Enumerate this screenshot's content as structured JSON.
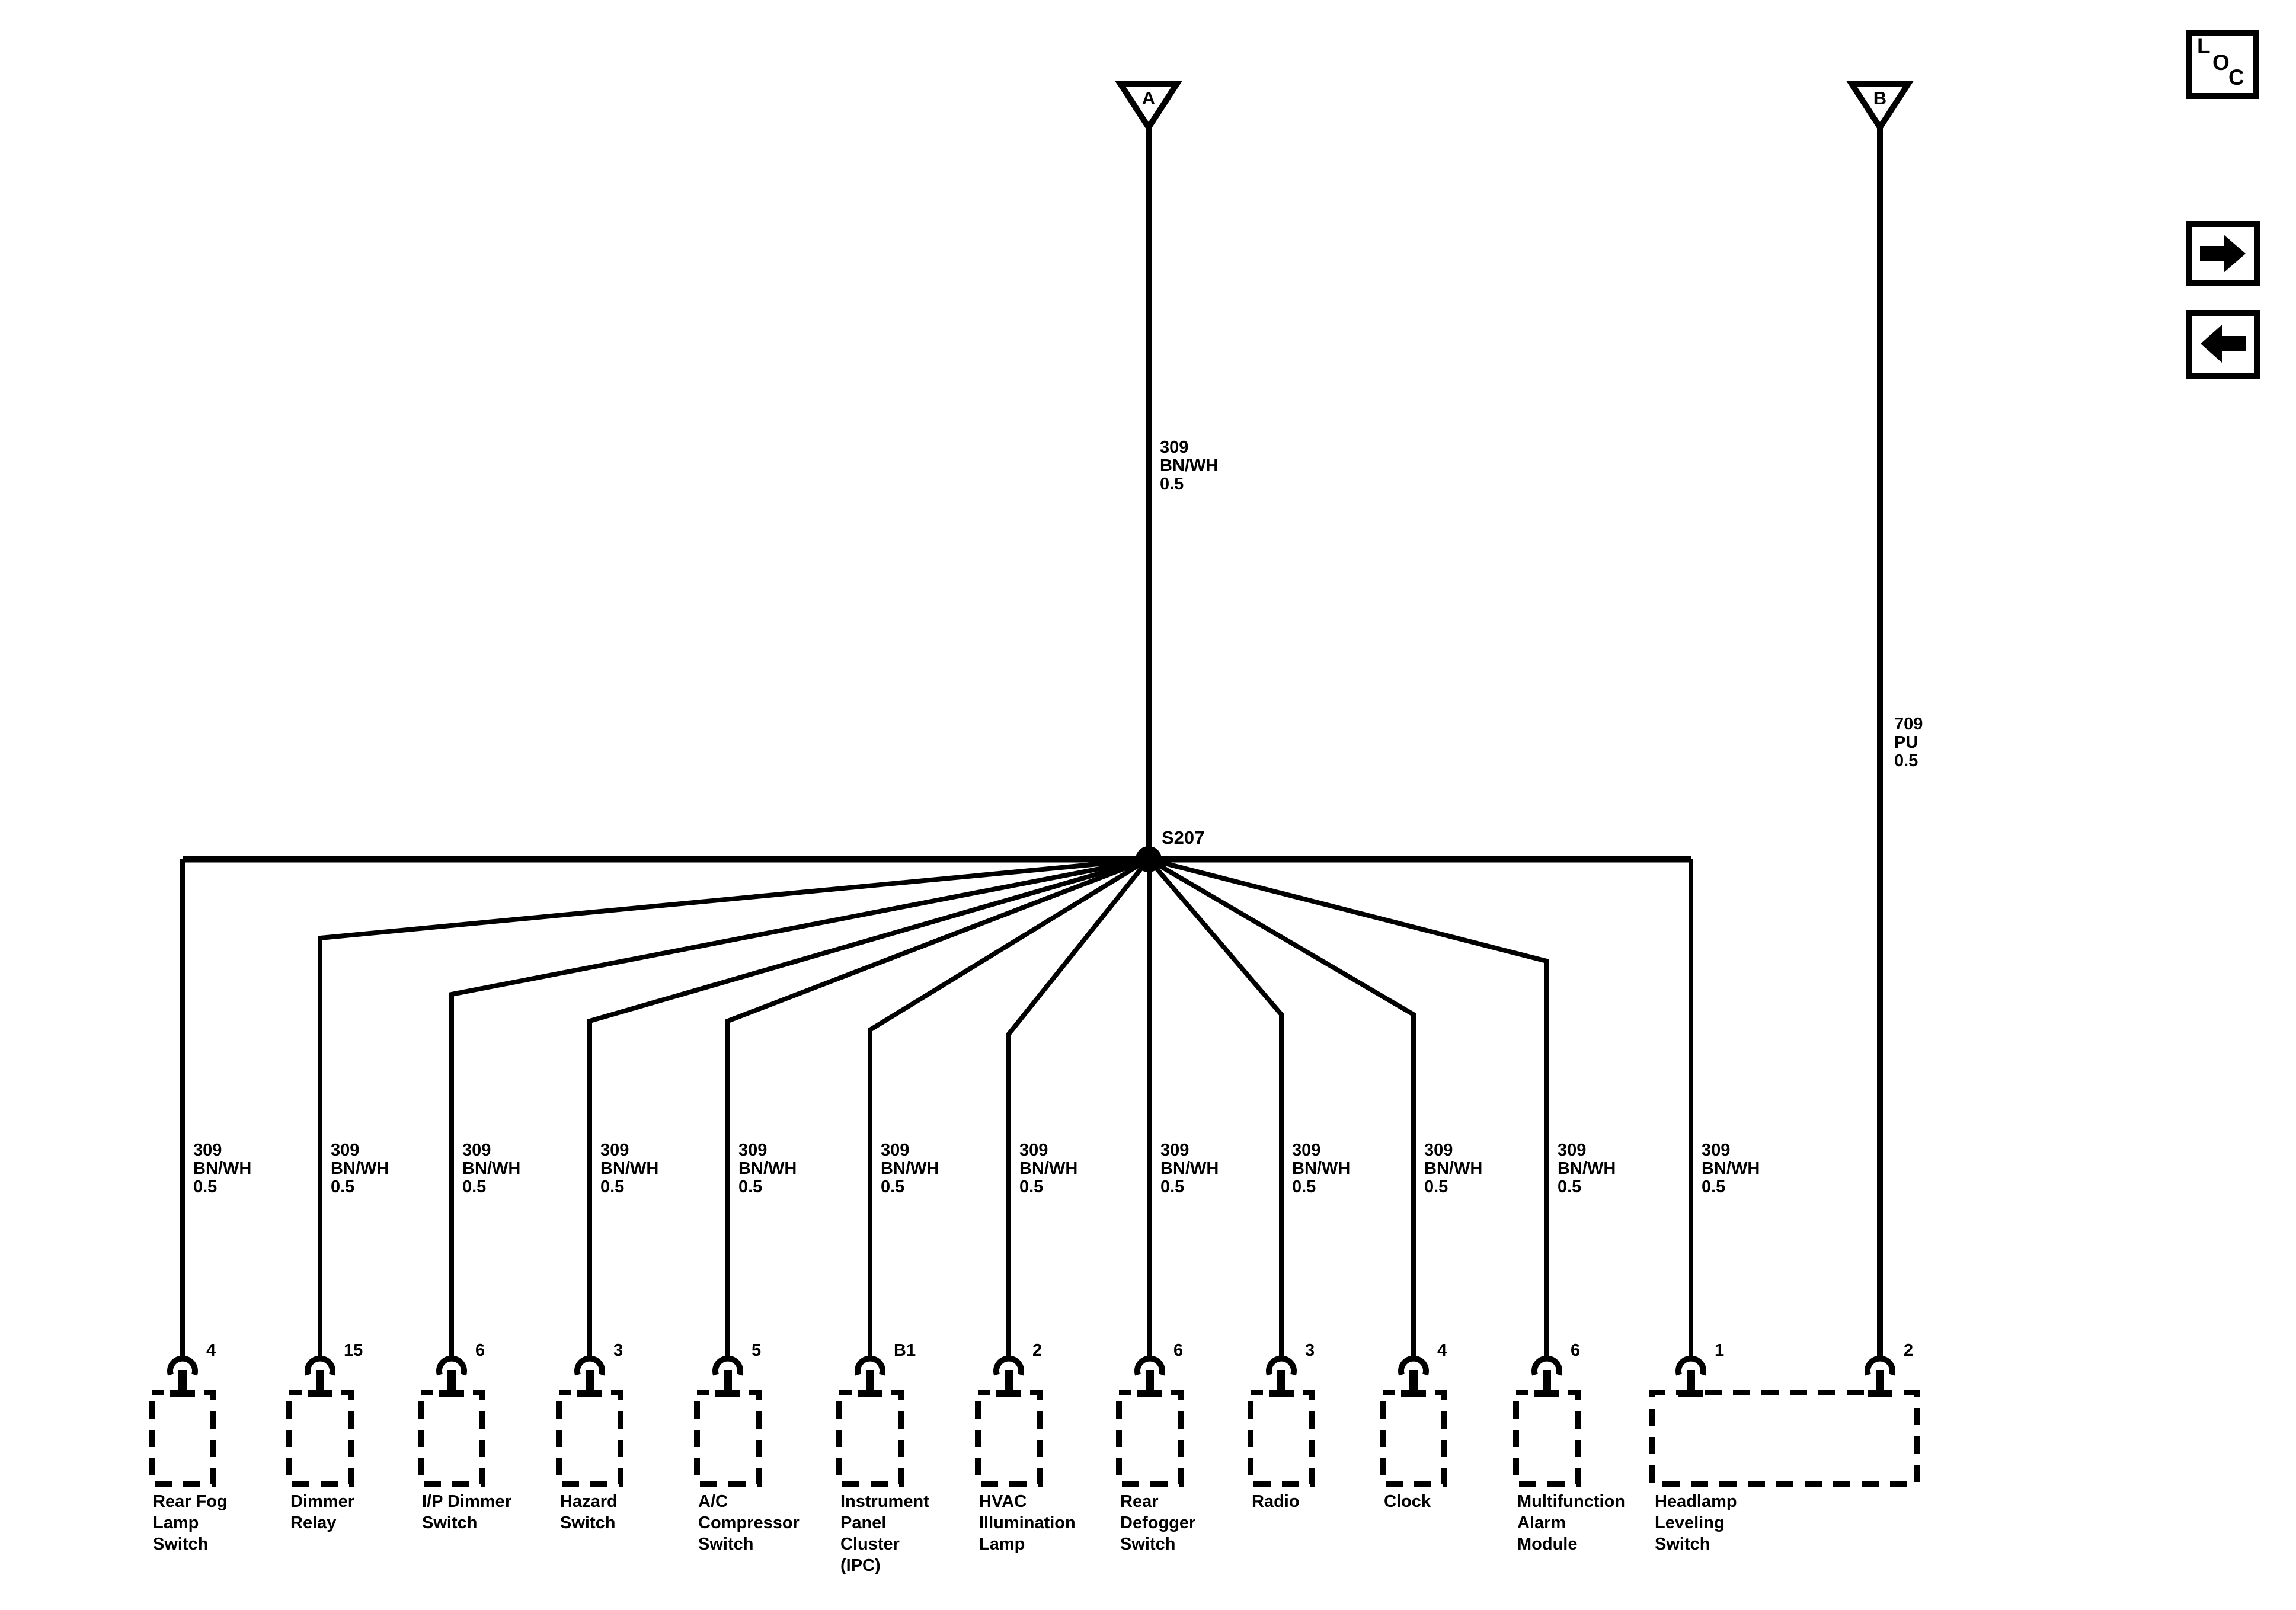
{
  "diagram": {
    "splice_id": "S207",
    "feed_a": {
      "tag": "A",
      "wire_label": "309\nBN/WH\n0.5"
    },
    "feed_b": {
      "tag": "B",
      "wire_label": "709\nPU\n0.5",
      "pin": "2"
    },
    "branches": [
      {
        "pin": "4",
        "wire_label": "309\nBN/WH\n0.5",
        "component": "Rear Fog\nLamp\nSwitch"
      },
      {
        "pin": "15",
        "wire_label": "309\nBN/WH\n0.5",
        "component": "Dimmer\nRelay"
      },
      {
        "pin": "6",
        "wire_label": "309\nBN/WH\n0.5",
        "component": "I/P Dimmer\nSwitch"
      },
      {
        "pin": "3",
        "wire_label": "309\nBN/WH\n0.5",
        "component": "Hazard\nSwitch"
      },
      {
        "pin": "5",
        "wire_label": "309\nBN/WH\n0.5",
        "component": "A/C\nCompressor\nSwitch"
      },
      {
        "pin": "B1",
        "wire_label": "309\nBN/WH\n0.5",
        "component": "Instrument\nPanel\nCluster\n(IPC)"
      },
      {
        "pin": "2",
        "wire_label": "309\nBN/WH\n0.5",
        "component": "HVAC\nIllumination\nLamp"
      },
      {
        "pin": "6",
        "wire_label": "309\nBN/WH\n0.5",
        "component": "Rear\nDefogger\nSwitch"
      },
      {
        "pin": "3",
        "wire_label": "309\nBN/WH\n0.5",
        "component": "Radio"
      },
      {
        "pin": "4",
        "wire_label": "309\nBN/WH\n0.5",
        "component": "Clock"
      },
      {
        "pin": "6",
        "wire_label": "309\nBN/WH\n0.5",
        "component": "Multifunction\nAlarm\nModule"
      },
      {
        "pin": "1",
        "wire_label": "309\nBN/WH\n0.5",
        "component": "Headlamp\nLeveling\nSwitch"
      }
    ]
  },
  "toolbar": {
    "loc_button": {
      "letters": [
        "L",
        "O",
        "C"
      ]
    },
    "next_button": {
      "label": "next"
    },
    "prev_button": {
      "label": "previous"
    }
  },
  "colors": {
    "ink": "#000000",
    "paper": "#ffffff"
  }
}
